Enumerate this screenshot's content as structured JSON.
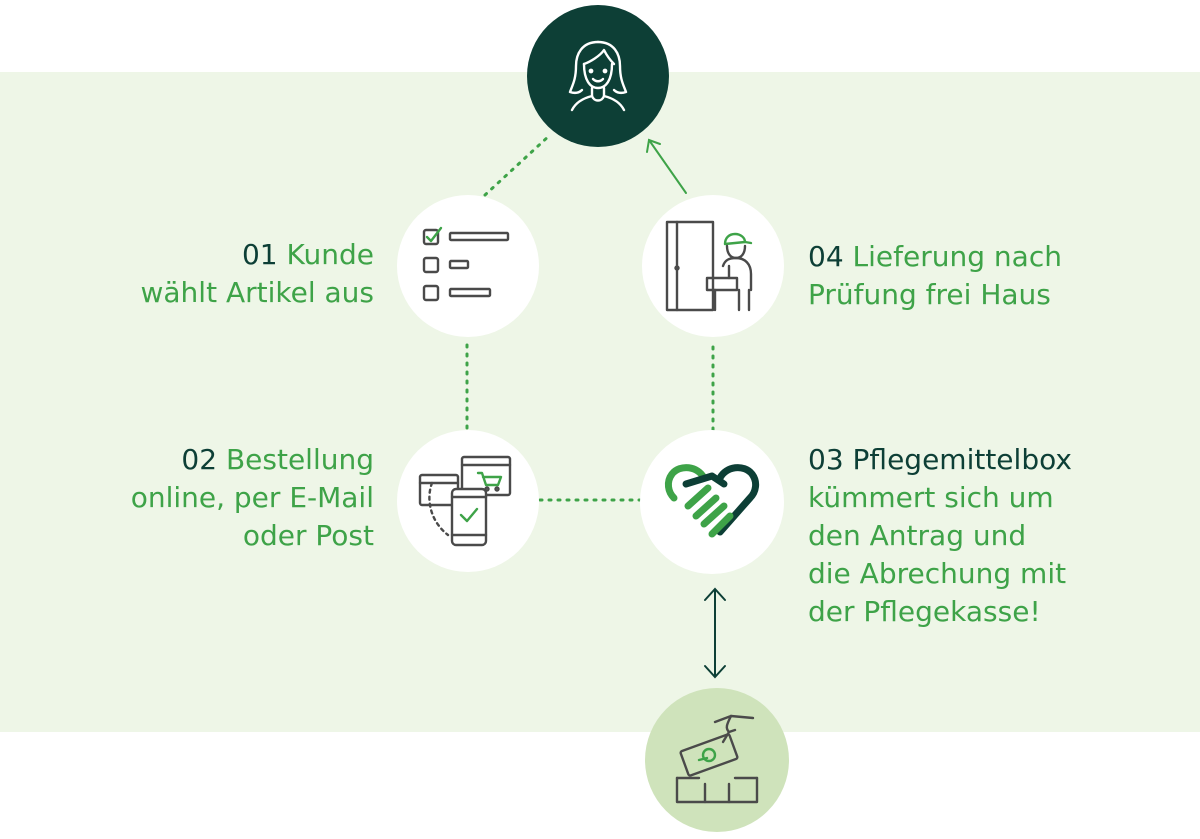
{
  "steps": [
    {
      "num": "01",
      "title": "Kunde",
      "lines": [
        "wählt Artikel aus"
      ],
      "icon": "checklist-icon"
    },
    {
      "num": "02",
      "title": "Bestellung",
      "lines": [
        "online, per E-Mail",
        "oder Post"
      ],
      "icon": "devices-order-icon"
    },
    {
      "num": "03",
      "title": "Pflegemittelbox",
      "lines": [
        "kümmert sich um",
        "den Antrag und",
        "die Abrechung mit",
        "der Pflegekasse!"
      ],
      "icon": "heart-handshake-icon"
    },
    {
      "num": "04",
      "title": "Lieferung nach",
      "lines": [
        "Prüfung frei Haus"
      ],
      "icon": "delivery-person-icon"
    }
  ],
  "top_node_icon": "customer-woman-icon",
  "bottom_node_icon": "insurance-payment-icon",
  "colors": {
    "band": "#eef6e7",
    "dark_green": "#0d3f36",
    "accent_green": "#3ea348",
    "bottom_node": "#cfe3bb",
    "icon_stroke": "#4a4a4a"
  }
}
